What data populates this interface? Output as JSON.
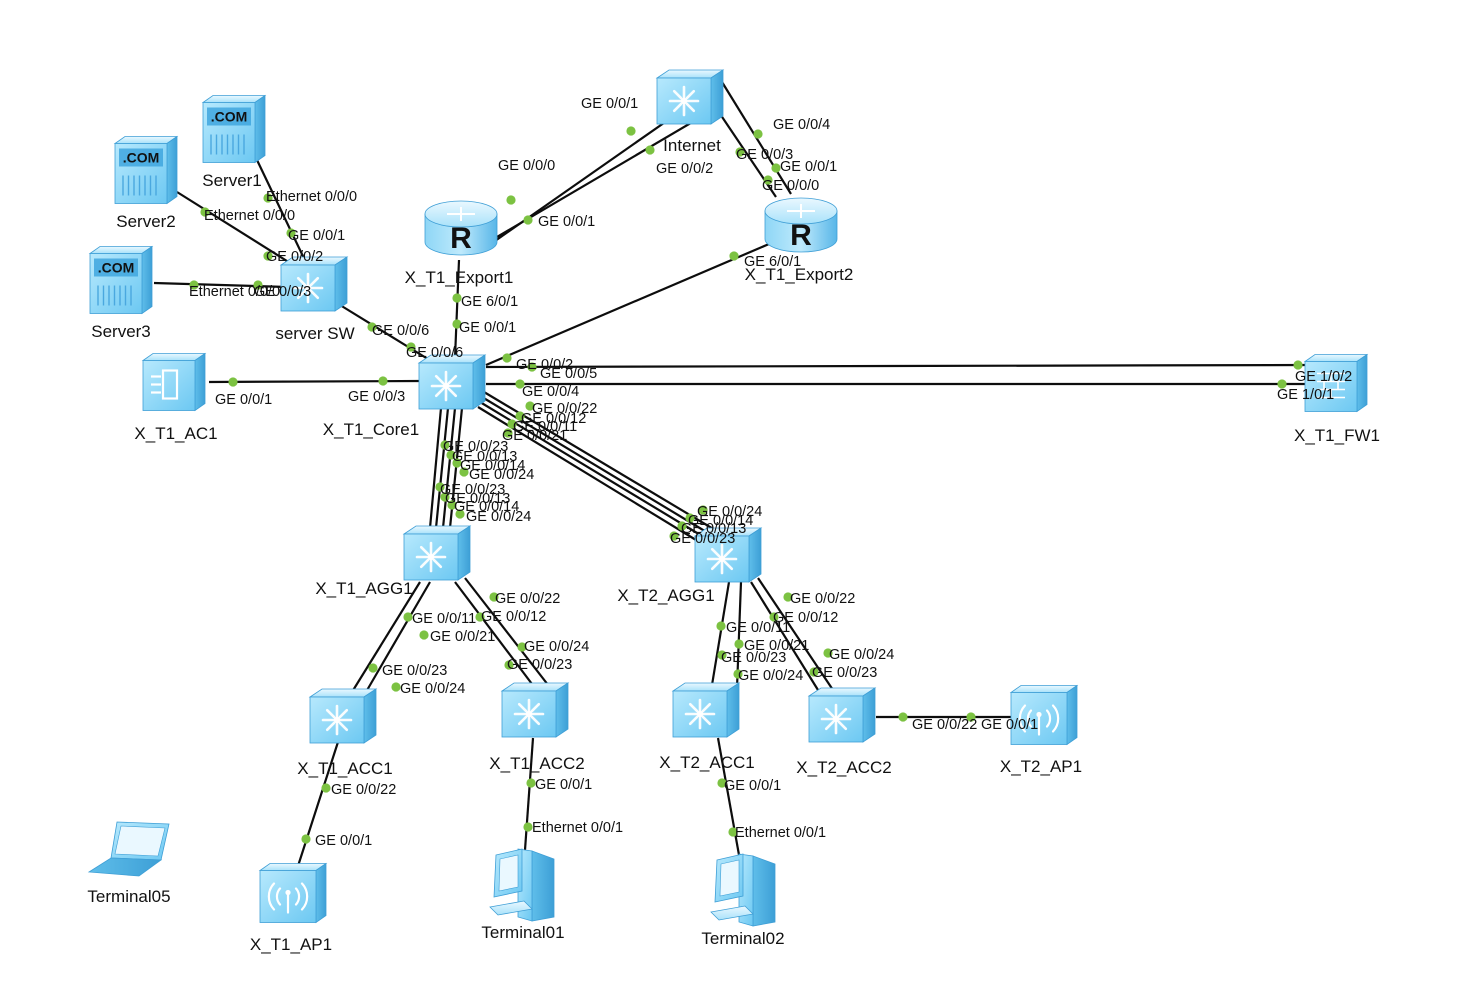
{
  "colors": {
    "device_light": "#d6f1fd",
    "device_main": "#8ed6f6",
    "device_dark": "#4fb3e6",
    "device_edge": "#3f9fd6",
    "link": "#0d0d0d",
    "port_dot": "#7cc242"
  },
  "nodes": [
    {
      "id": "internet",
      "label": "Internet",
      "icon": "switch-icon"
    },
    {
      "id": "export1",
      "label": "X_T1_Export1",
      "icon": "router-icon"
    },
    {
      "id": "export2",
      "label": "X_T1_Export2",
      "icon": "router-icon"
    },
    {
      "id": "server1",
      "label": "Server1",
      "icon": "server-icon"
    },
    {
      "id": "server2",
      "label": "Server2",
      "icon": "server-icon"
    },
    {
      "id": "server3",
      "label": "Server3",
      "icon": "server-icon"
    },
    {
      "id": "serversw",
      "label": "server SW",
      "icon": "switch-icon"
    },
    {
      "id": "ac1",
      "label": "X_T1_AC1",
      "icon": "controller-icon"
    },
    {
      "id": "core1",
      "label": "X_T1_Core1",
      "icon": "switch-icon"
    },
    {
      "id": "fw1",
      "label": "X_T1_FW1",
      "icon": "firewall-icon"
    },
    {
      "id": "agg1",
      "label": "X_T1_AGG1",
      "icon": "switch-icon"
    },
    {
      "id": "t2agg1",
      "label": "X_T2_AGG1",
      "icon": "switch-icon"
    },
    {
      "id": "acc1",
      "label": "X_T1_ACC1",
      "icon": "switch-icon"
    },
    {
      "id": "acc2",
      "label": "X_T1_ACC2",
      "icon": "switch-icon"
    },
    {
      "id": "t2acc1",
      "label": "X_T2_ACC1",
      "icon": "switch-icon"
    },
    {
      "id": "t2acc2",
      "label": "X_T2_ACC2",
      "icon": "switch-icon"
    },
    {
      "id": "t2ap1",
      "label": "X_T2_AP1",
      "icon": "access-point-icon"
    },
    {
      "id": "ap1",
      "label": "X_T1_AP1",
      "icon": "access-point-icon"
    },
    {
      "id": "terminal05",
      "label": "Terminal05",
      "icon": "laptop-icon"
    },
    {
      "id": "terminal01",
      "label": "Terminal01",
      "icon": "pc-icon"
    },
    {
      "id": "terminal02",
      "label": "Terminal02",
      "icon": "pc-icon"
    }
  ],
  "links": [
    {
      "from": "export1",
      "to": "internet",
      "from_port": "GE 0/0/0",
      "to_port": "GE 0/0/1"
    },
    {
      "from": "export1",
      "to": "internet",
      "from_port": "GE 0/0/1",
      "to_port": "GE 0/0/2"
    },
    {
      "from": "internet",
      "to": "export2",
      "from_port": "GE 0/0/4",
      "to_port": "GE 0/0/1"
    },
    {
      "from": "internet",
      "to": "export2",
      "from_port": "GE 0/0/3",
      "to_port": "GE 0/0/0"
    },
    {
      "from": "server1",
      "to": "serversw",
      "from_port": "Ethernet 0/0/0",
      "to_port": "GE 0/0/1"
    },
    {
      "from": "server2",
      "to": "serversw",
      "from_port": "Ethernet 0/0/0",
      "to_port": "GE 0/0/2"
    },
    {
      "from": "server3",
      "to": "serversw",
      "from_port": "Ethernet 0/0/0",
      "to_port": "GE 0/0/3"
    },
    {
      "from": "serversw",
      "to": "core1",
      "from_port": "GE 0/0/6",
      "to_port": "GE 0/0/6"
    },
    {
      "from": "export1",
      "to": "core1",
      "from_port": "GE 6/0/1",
      "to_port": "GE 0/0/1"
    },
    {
      "from": "export2",
      "to": "core1",
      "from_port": "GE 6/0/1",
      "to_port": "GE 0/0/2"
    },
    {
      "from": "ac1",
      "to": "core1",
      "from_port": "GE 0/0/1",
      "to_port": "GE 0/0/3"
    },
    {
      "from": "core1",
      "to": "fw1",
      "from_port": "GE 0/0/5",
      "to_port": "GE 1/0/2"
    },
    {
      "from": "core1",
      "to": "fw1",
      "from_port": "GE 0/0/4",
      "to_port": "GE 1/0/1"
    },
    {
      "from": "core1",
      "to": "agg1",
      "from_port": "GE 0/0/23",
      "to_port": "GE 0/0/23"
    },
    {
      "from": "core1",
      "to": "agg1",
      "from_port": "GE 0/0/13",
      "to_port": "GE 0/0/13"
    },
    {
      "from": "core1",
      "to": "agg1",
      "from_port": "GE 0/0/14",
      "to_port": "GE 0/0/14"
    },
    {
      "from": "core1",
      "to": "agg1",
      "from_port": "GE 0/0/24",
      "to_port": "GE 0/0/24"
    },
    {
      "from": "core1",
      "to": "t2agg1",
      "from_port": "GE 0/0/22",
      "to_port": "GE 0/0/24"
    },
    {
      "from": "core1",
      "to": "t2agg1",
      "from_port": "GE 0/0/12",
      "to_port": "GE 0/0/14"
    },
    {
      "from": "core1",
      "to": "t2agg1",
      "from_port": "GE 0/0/11",
      "to_port": "GE 0/0/13"
    },
    {
      "from": "core1",
      "to": "t2agg1",
      "from_port": "GE 0/0/21",
      "to_port": "GE 0/0/23"
    },
    {
      "from": "agg1",
      "to": "acc1",
      "from_port": "GE 0/0/11",
      "to_port": "GE 0/0/23"
    },
    {
      "from": "agg1",
      "to": "acc1",
      "from_port": "GE 0/0/21",
      "to_port": "GE 0/0/24"
    },
    {
      "from": "agg1",
      "to": "acc2",
      "from_port": "GE 0/0/22",
      "to_port": "GE 0/0/24"
    },
    {
      "from": "agg1",
      "to": "acc2",
      "from_port": "GE 0/0/12",
      "to_port": "GE 0/0/23"
    },
    {
      "from": "t2agg1",
      "to": "t2acc1",
      "from_port": "GE 0/0/11",
      "to_port": "GE 0/0/23"
    },
    {
      "from": "t2agg1",
      "to": "t2acc1",
      "from_port": "GE 0/0/21",
      "to_port": "GE 0/0/24"
    },
    {
      "from": "t2agg1",
      "to": "t2acc2",
      "from_port": "GE 0/0/22",
      "to_port": "GE 0/0/24"
    },
    {
      "from": "t2agg1",
      "to": "t2acc2",
      "from_port": "GE 0/0/12",
      "to_port": "GE 0/0/23"
    },
    {
      "from": "t2acc2",
      "to": "t2ap1",
      "from_port": "GE 0/0/22",
      "to_port": "GE 0/0/1"
    },
    {
      "from": "acc1",
      "to": "ap1",
      "from_port": "GE 0/0/22",
      "to_port": "GE 0/0/1"
    },
    {
      "from": "acc2",
      "to": "terminal01",
      "from_port": "GE 0/0/1",
      "to_port": "Ethernet 0/0/1"
    },
    {
      "from": "t2acc1",
      "to": "terminal02",
      "from_port": "GE 0/0/1",
      "to_port": "Ethernet 0/0/1"
    }
  ]
}
